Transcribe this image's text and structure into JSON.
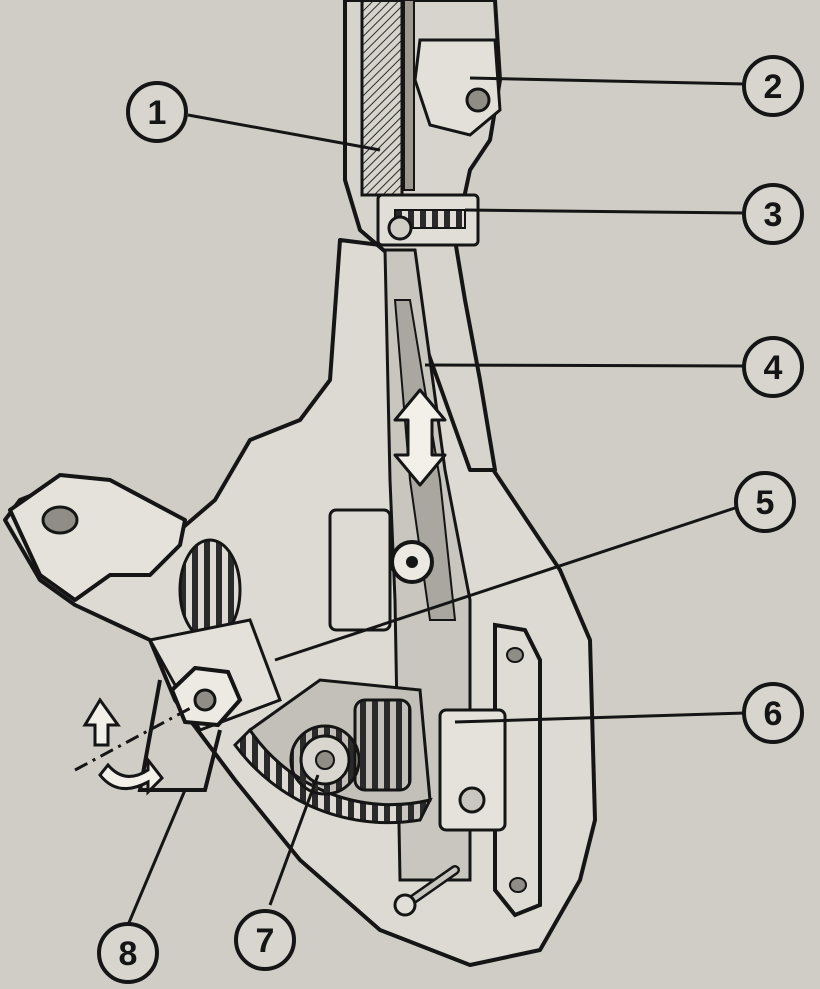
{
  "diagram": {
    "callouts": [
      {
        "id": "1",
        "label": "1"
      },
      {
        "id": "2",
        "label": "2"
      },
      {
        "id": "3",
        "label": "3"
      },
      {
        "id": "4",
        "label": "4"
      },
      {
        "id": "5",
        "label": "5"
      },
      {
        "id": "6",
        "label": "6"
      },
      {
        "id": "7",
        "label": "7"
      },
      {
        "id": "8",
        "label": "8"
      }
    ],
    "colors": {
      "paper": "#cfcdc6",
      "ink": "#151515",
      "housing": "#dcdad2",
      "shadow": "#8f8d86",
      "metal": "#b4b2aa"
    }
  }
}
